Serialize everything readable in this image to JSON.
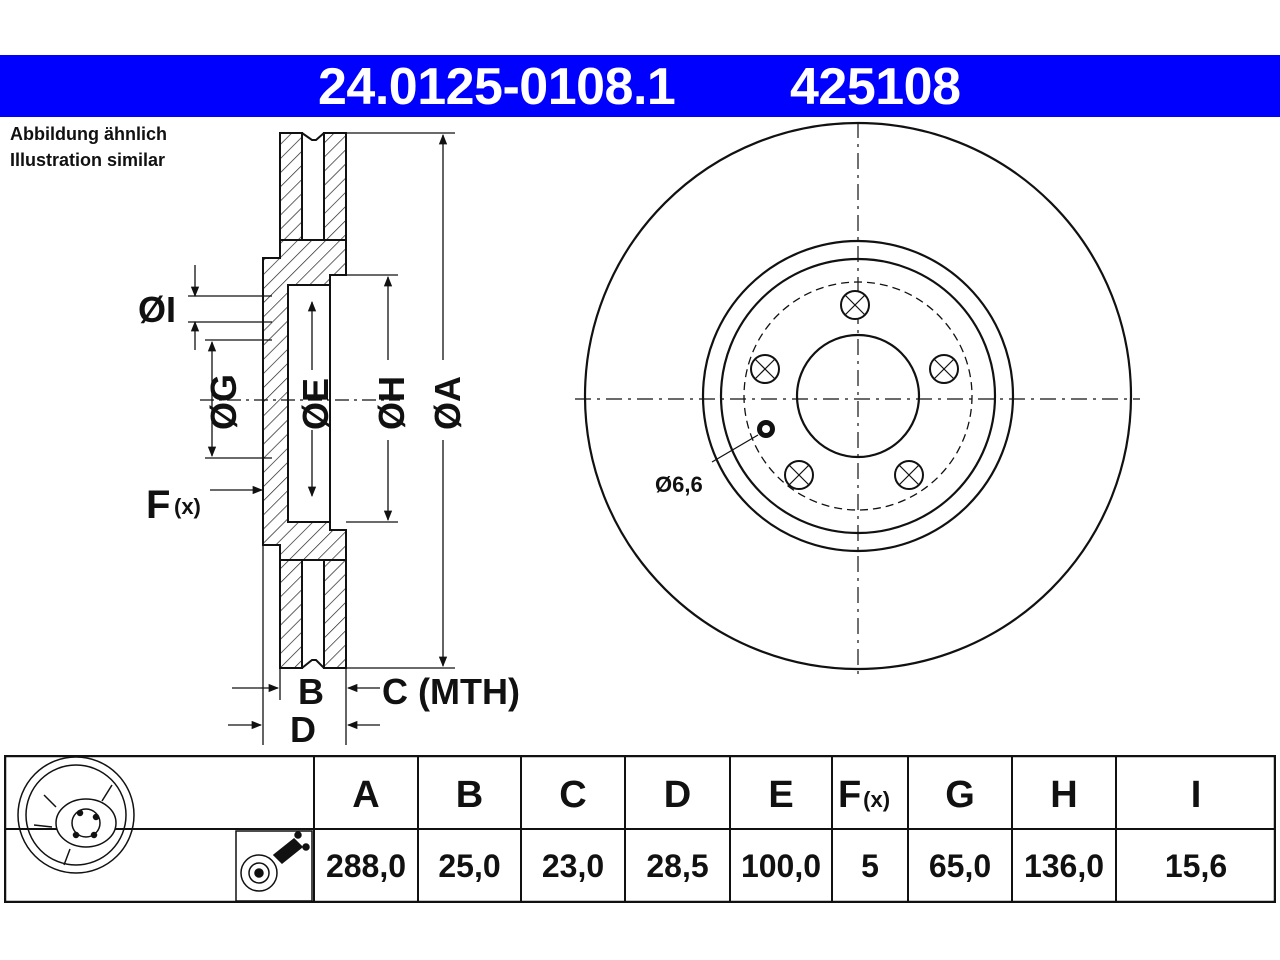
{
  "header": {
    "part_number": "24.0125-0108.1",
    "ref_number": "425108",
    "background_color": "#0000ff",
    "text_color": "#ffffff"
  },
  "note": {
    "line_de": "Abbildung ähnlich",
    "line_en": "Illustration similar"
  },
  "section_labels": {
    "I": "ØI",
    "G": "ØG",
    "E": "ØE",
    "H": "ØH",
    "A": "ØA",
    "F_main": "F",
    "F_sub": "(x)",
    "B": "B",
    "C": "C (MTH)",
    "D": "D"
  },
  "front_view": {
    "hole_label": "Ø6,6"
  },
  "table": {
    "headers": [
      {
        "main": "A",
        "sub": ""
      },
      {
        "main": "B",
        "sub": ""
      },
      {
        "main": "C",
        "sub": ""
      },
      {
        "main": "D",
        "sub": ""
      },
      {
        "main": "E",
        "sub": ""
      },
      {
        "main": "F",
        "sub": "(x)"
      },
      {
        "main": "G",
        "sub": ""
      },
      {
        "main": "H",
        "sub": ""
      },
      {
        "main": "I",
        "sub": ""
      }
    ],
    "values": [
      "288,0",
      "25,0",
      "23,0",
      "28,5",
      "100,0",
      "5",
      "65,0",
      "136,0",
      "15,6"
    ]
  }
}
